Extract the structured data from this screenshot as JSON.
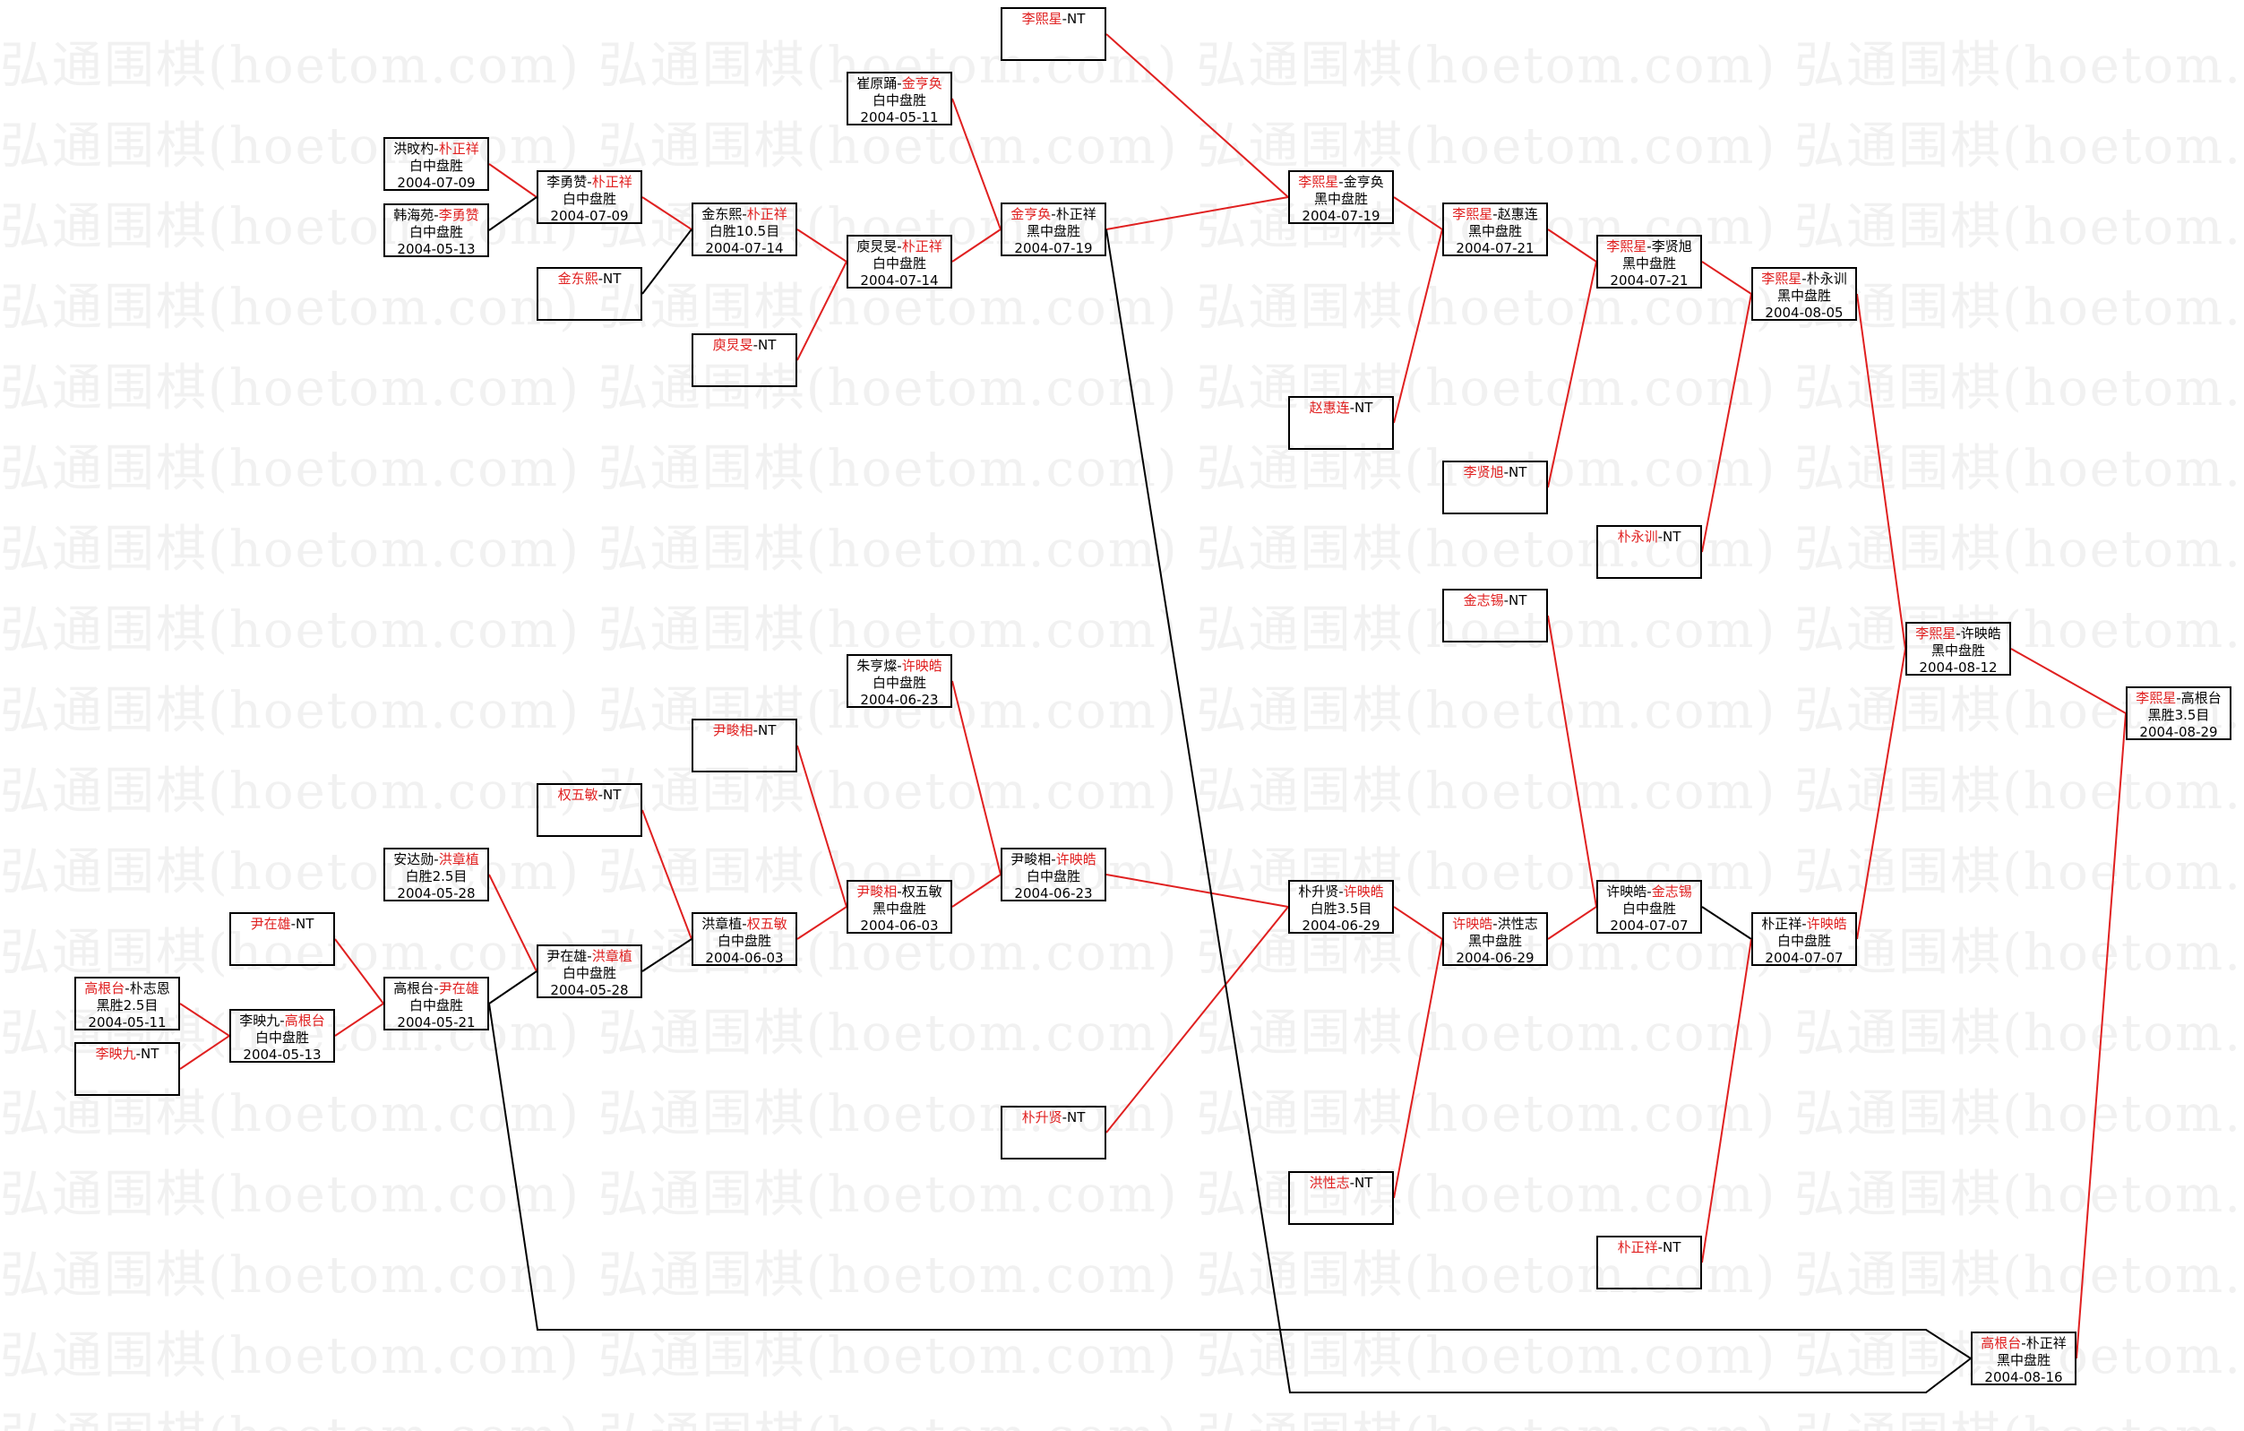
{
  "watermark": "弘通围棋(hoetom.com) 弘通围棋(hoetom.com) 弘通围棋(hoetom.com) 弘通围棋(hoetom.com)",
  "colors": {
    "winner": "#e02020",
    "loser": "#000000",
    "win_line": "#e02020",
    "lose_line": "#000000"
  },
  "nodes": [
    {
      "id": "n1",
      "p1": "洪旼杓",
      "p2": "朴正祥",
      "win": 2,
      "result": "白中盘胜",
      "date": "2004-07-09"
    },
    {
      "id": "n2",
      "p1": "韩海苑",
      "p2": "李勇赞",
      "win": 2,
      "result": "白中盘胜",
      "date": "2004-05-13"
    },
    {
      "id": "n3",
      "p1": "李勇赞",
      "p2": "朴正祥",
      "win": 2,
      "result": "白中盘胜",
      "date": "2004-07-09"
    },
    {
      "id": "n4",
      "p1": "金东熙",
      "p2": "NT",
      "win": 1,
      "result": "",
      "date": ""
    },
    {
      "id": "n5",
      "p1": "金东熙",
      "p2": "朴正祥",
      "win": 2,
      "result": "白胜10.5目",
      "date": "2004-07-14"
    },
    {
      "id": "n6",
      "p1": "崔原踊",
      "p2": "金亨奂",
      "win": 2,
      "result": "白中盘胜",
      "date": "2004-05-11"
    },
    {
      "id": "n7",
      "p1": "庾炅旻",
      "p2": "朴正祥",
      "win": 2,
      "result": "白中盘胜",
      "date": "2004-07-14"
    },
    {
      "id": "n8",
      "p1": "庾炅旻",
      "p2": "NT",
      "win": 1,
      "result": "",
      "date": ""
    },
    {
      "id": "n9",
      "p1": "李熙星",
      "p2": "NT",
      "win": 1,
      "result": "",
      "date": ""
    },
    {
      "id": "n10",
      "p1": "金亨奂",
      "p2": "朴正祥",
      "win": 1,
      "result": "黑中盘胜",
      "date": "2004-07-19"
    },
    {
      "id": "n11",
      "p1": "李熙星",
      "p2": "金亨奂",
      "win": 1,
      "result": "黑中盘胜",
      "date": "2004-07-19"
    },
    {
      "id": "n12",
      "p1": "李熙星",
      "p2": "赵惠连",
      "win": 1,
      "result": "黑中盘胜",
      "date": "2004-07-21"
    },
    {
      "id": "n13",
      "p1": "赵惠连",
      "p2": "NT",
      "win": 1,
      "result": "",
      "date": ""
    },
    {
      "id": "n14",
      "p1": "李贤旭",
      "p2": "NT",
      "win": 1,
      "result": "",
      "date": ""
    },
    {
      "id": "n15",
      "p1": "李熙星",
      "p2": "李贤旭",
      "win": 1,
      "result": "黑中盘胜",
      "date": "2004-07-21"
    },
    {
      "id": "n16",
      "p1": "朴永训",
      "p2": "NT",
      "win": 1,
      "result": "",
      "date": ""
    },
    {
      "id": "n17",
      "p1": "李熙星",
      "p2": "朴永训",
      "win": 1,
      "result": "黑中盘胜",
      "date": "2004-08-05"
    },
    {
      "id": "n18",
      "p1": "金志锡",
      "p2": "NT",
      "win": 1,
      "result": "",
      "date": ""
    },
    {
      "id": "n19",
      "p1": "李熙星",
      "p2": "许映皓",
      "win": 1,
      "result": "黑中盘胜",
      "date": "2004-08-12"
    },
    {
      "id": "n20",
      "p1": "李熙星",
      "p2": "高根台",
      "win": 1,
      "result": "黑胜3.5目",
      "date": "2004-08-29"
    },
    {
      "id": "n21",
      "p1": "朱亨燦",
      "p2": "许映皓",
      "win": 2,
      "result": "白中盘胜",
      "date": "2004-06-23"
    },
    {
      "id": "n22",
      "p1": "尹畯相",
      "p2": "NT",
      "win": 1,
      "result": "",
      "date": ""
    },
    {
      "id": "n23",
      "p1": "权五敏",
      "p2": "NT",
      "win": 1,
      "result": "",
      "date": ""
    },
    {
      "id": "n24",
      "p1": "安达勋",
      "p2": "洪章植",
      "win": 2,
      "result": "白胜2.5目",
      "date": "2004-05-28"
    },
    {
      "id": "n25",
      "p1": "尹在雄",
      "p2": "NT",
      "win": 1,
      "result": "",
      "date": ""
    },
    {
      "id": "n26",
      "p1": "高根台",
      "p2": "朴志恩",
      "win": 1,
      "result": "黑胜2.5目",
      "date": "2004-05-11"
    },
    {
      "id": "n27",
      "p1": "李映九",
      "p2": "NT",
      "win": 1,
      "result": "",
      "date": ""
    },
    {
      "id": "n28",
      "p1": "李映九",
      "p2": "高根台",
      "win": 2,
      "result": "白中盘胜",
      "date": "2004-05-13"
    },
    {
      "id": "n29",
      "p1": "高根台",
      "p2": "尹在雄",
      "win": 2,
      "result": "白中盘胜",
      "date": "2004-05-21"
    },
    {
      "id": "n30",
      "p1": "尹在雄",
      "p2": "洪章植",
      "win": 2,
      "result": "白中盘胜",
      "date": "2004-05-28"
    },
    {
      "id": "n31",
      "p1": "洪章植",
      "p2": "权五敏",
      "win": 2,
      "result": "白中盘胜",
      "date": "2004-06-03"
    },
    {
      "id": "n32",
      "p1": "尹畯相",
      "p2": "权五敏",
      "win": 1,
      "result": "黑中盘胜",
      "date": "2004-06-03"
    },
    {
      "id": "n33",
      "p1": "尹畯相",
      "p2": "许映皓",
      "win": 2,
      "result": "白中盘胜",
      "date": "2004-06-23"
    },
    {
      "id": "n34",
      "p1": "朴升贤",
      "p2": "NT",
      "win": 1,
      "result": "",
      "date": ""
    },
    {
      "id": "n35",
      "p1": "朴升贤",
      "p2": "许映皓",
      "win": 2,
      "result": "白胜3.5目",
      "date": "2004-06-29"
    },
    {
      "id": "n36",
      "p1": "洪性志",
      "p2": "NT",
      "win": 1,
      "result": "",
      "date": ""
    },
    {
      "id": "n37",
      "p1": "许映皓",
      "p2": "洪性志",
      "win": 1,
      "result": "黑中盘胜",
      "date": "2004-06-29"
    },
    {
      "id": "n38",
      "p1": "许映皓",
      "p2": "金志锡",
      "win": 2,
      "result": "白中盘胜",
      "date": "2004-07-07"
    },
    {
      "id": "n39",
      "p1": "朴正祥",
      "p2": "NT",
      "win": 1,
      "result": "",
      "date": ""
    },
    {
      "id": "n40",
      "p1": "朴正祥",
      "p2": "许映皓",
      "win": 2,
      "result": "白中盘胜",
      "date": "2004-07-07"
    },
    {
      "id": "n41",
      "p1": "高根台",
      "p2": "朴正祥",
      "win": 1,
      "result": "黑中盘胜",
      "date": "2004-08-16"
    }
  ]
}
